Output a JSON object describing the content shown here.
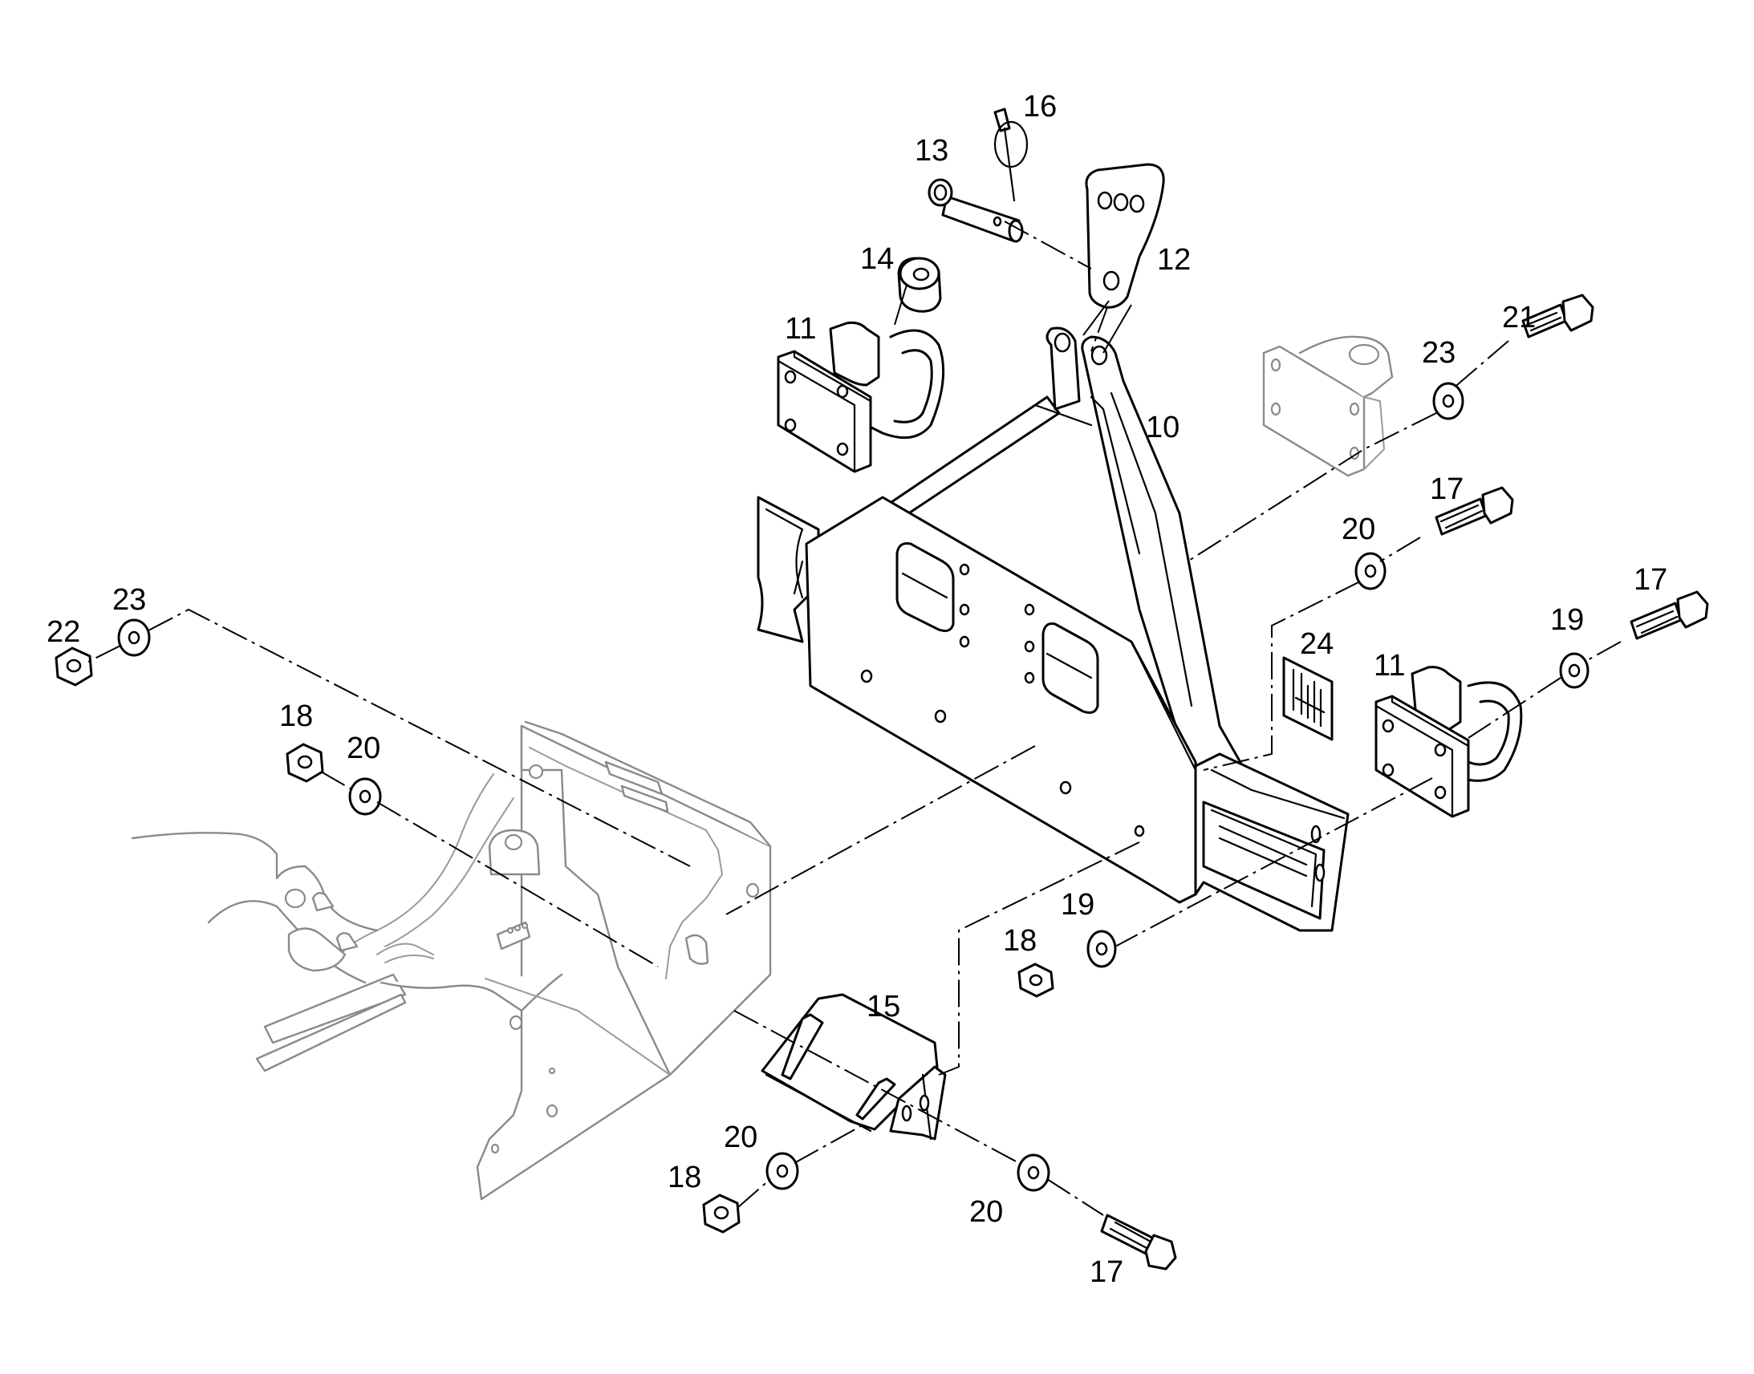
{
  "diagram": {
    "callouts": {
      "c10": "10",
      "c11a": "11",
      "c11b": "11",
      "c12": "12",
      "c13": "13",
      "c14": "14",
      "c15": "15",
      "c16": "16",
      "c17a": "17",
      "c17b": "17",
      "c17c": "17",
      "c18a": "18",
      "c18b": "18",
      "c18c": "18",
      "c19a": "19",
      "c19b": "19",
      "c20a": "20",
      "c20b": "20",
      "c20c": "20",
      "c20d": "20",
      "c21": "21",
      "c22": "22",
      "c23a": "23",
      "c23b": "23",
      "c24": "24"
    },
    "colors": {
      "line": "#000000",
      "context_line": "#8a8a8a",
      "background": "#ffffff"
    }
  }
}
